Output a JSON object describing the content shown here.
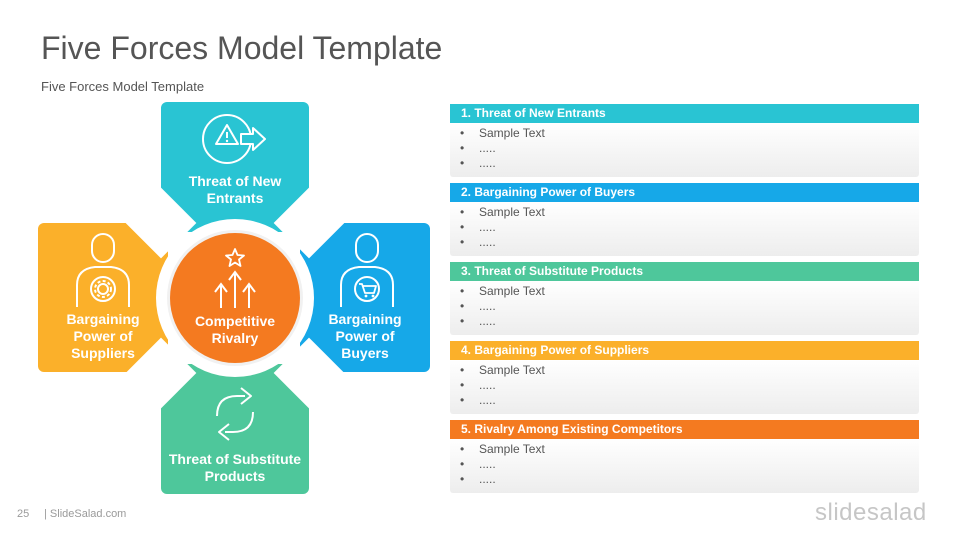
{
  "slide": {
    "title": "Five Forces Model Template",
    "subtitle": "Five Forces Model  Template",
    "page_number": "25",
    "site": "| SlideSalad.com",
    "brand": "slidesalad"
  },
  "diagram": {
    "center": {
      "label_line1": "Competitive",
      "label_line2": "Rivalry",
      "color": "#f47a20",
      "icon": "rising-arrows-star-icon"
    },
    "top": {
      "label_line1": "Threat of New",
      "label_line2": "Entrants",
      "color": "#29c4d3",
      "icon": "warning-arrow-icon"
    },
    "right": {
      "label_line1": "Bargaining",
      "label_line2": "Power of",
      "label_line3": "Buyers",
      "color": "#16a8e8",
      "icon": "person-cart-icon"
    },
    "left": {
      "label_line1": "Bargaining",
      "label_line2": "Power of",
      "label_line3": "Suppliers",
      "color": "#fbb02a",
      "icon": "person-gear-icon"
    },
    "bottom": {
      "label_line1": "Threat of Substitute",
      "label_line2": "Products",
      "color": "#4ec79b",
      "icon": "refresh-arrows-icon"
    }
  },
  "panels": [
    {
      "title": "1. Threat of New Entrants",
      "color": "#29c4d3",
      "items": [
        "Sample Text",
        ".....",
        "....."
      ]
    },
    {
      "title": "2. Bargaining  Power of Buyers",
      "color": "#16a8e8",
      "items": [
        "Sample Text",
        ".....",
        "....."
      ]
    },
    {
      "title": "3. Threat of Substitute Products",
      "color": "#4ec79b",
      "items": [
        "Sample Text",
        ".....",
        "....."
      ]
    },
    {
      "title": "4. Bargaining  Power of Suppliers",
      "color": "#fbb02a",
      "items": [
        "Sample Text",
        ".....",
        "....."
      ]
    },
    {
      "title": "5. Rivalry Among Existing Competitors",
      "color": "#f47a20",
      "items": [
        "Sample Text",
        ".....",
        "....."
      ]
    }
  ]
}
